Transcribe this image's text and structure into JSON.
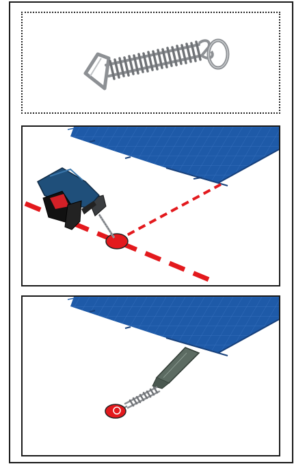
{
  "figure": {
    "panels": [
      {
        "id": "spring-hardware",
        "depicts": "spring-icon"
      },
      {
        "id": "drill-anchor-step",
        "depicts": "hammer-drill-icon"
      },
      {
        "id": "attach-strap-step",
        "depicts": "strap-spring-icon"
      }
    ]
  },
  "colors": {
    "cover_blue": "#1e5aa8",
    "cover_grid": "#3e78c4",
    "cover_edge": "#163f7a",
    "marker_red": "#e3191d",
    "drill_blue": "#1f4f7a",
    "drill_red": "#d32027",
    "strap_gray": "#5c6b62",
    "steel": "#8d9094",
    "frame": "#1a1a1a"
  }
}
